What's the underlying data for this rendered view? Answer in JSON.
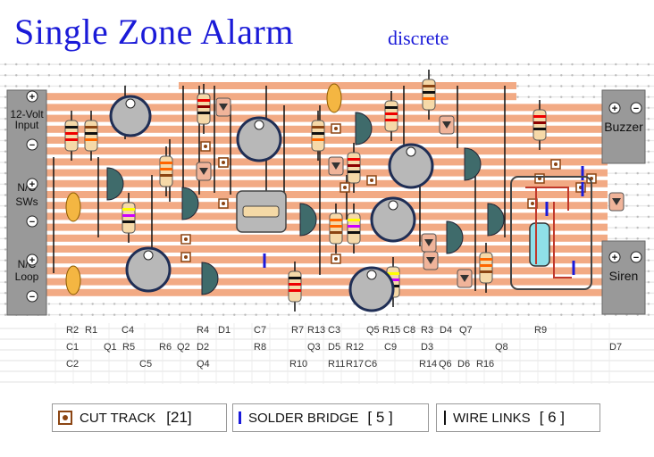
{
  "title": "Single Zone Alarm",
  "subtitle": "discrete",
  "terminals": {
    "input": "12-Volt\nInput",
    "nosw": "N/O\nSWs",
    "ncloop": "N/C\nLoop",
    "buzzer": "Buzzer",
    "siren": "Siren",
    "plus": "+",
    "minus": "−"
  },
  "legend": {
    "cut_track": "CUT TRACK",
    "cut_track_count": "[21]",
    "solder_bridge": "SOLDER BRIDGE",
    "solder_bridge_count": "[ 5 ]",
    "wire_links": "WIRE LINKS",
    "wire_links_count": "[ 6 ]"
  },
  "component_labels": [
    {
      "text": "R2"
    },
    {
      "text": "R1"
    },
    {
      "text": "C4"
    },
    {
      "text": "R4"
    },
    {
      "text": "D1"
    },
    {
      "text": "C7"
    },
    {
      "text": "R7"
    },
    {
      "text": "R13"
    },
    {
      "text": "C3"
    },
    {
      "text": "Q5"
    },
    {
      "text": "R15"
    },
    {
      "text": "C8"
    },
    {
      "text": "R3"
    },
    {
      "text": "D4"
    },
    {
      "text": "Q7"
    },
    {
      "text": "R9"
    },
    {
      "text": "C1"
    },
    {
      "text": "Q1"
    },
    {
      "text": "R5"
    },
    {
      "text": "R6"
    },
    {
      "text": "Q2"
    },
    {
      "text": "D2"
    },
    {
      "text": "R8"
    },
    {
      "text": "Q3"
    },
    {
      "text": "D5"
    },
    {
      "text": "R12"
    },
    {
      "text": "C9"
    },
    {
      "text": "D3"
    },
    {
      "text": "Q8"
    },
    {
      "text": "D7"
    },
    {
      "text": "C2"
    },
    {
      "text": "C5"
    },
    {
      "text": "Q4"
    },
    {
      "text": "R10"
    },
    {
      "text": "R11"
    },
    {
      "text": "R17"
    },
    {
      "text": "C6"
    },
    {
      "text": "R14"
    },
    {
      "text": "Q6"
    },
    {
      "text": "D6"
    },
    {
      "text": "R16"
    }
  ],
  "colors": {
    "title": "#1a1ad8",
    "strip": "#f2aa84",
    "cut": "#8b4513",
    "bridge": "#1a1adb",
    "terminal": "#999999"
  }
}
